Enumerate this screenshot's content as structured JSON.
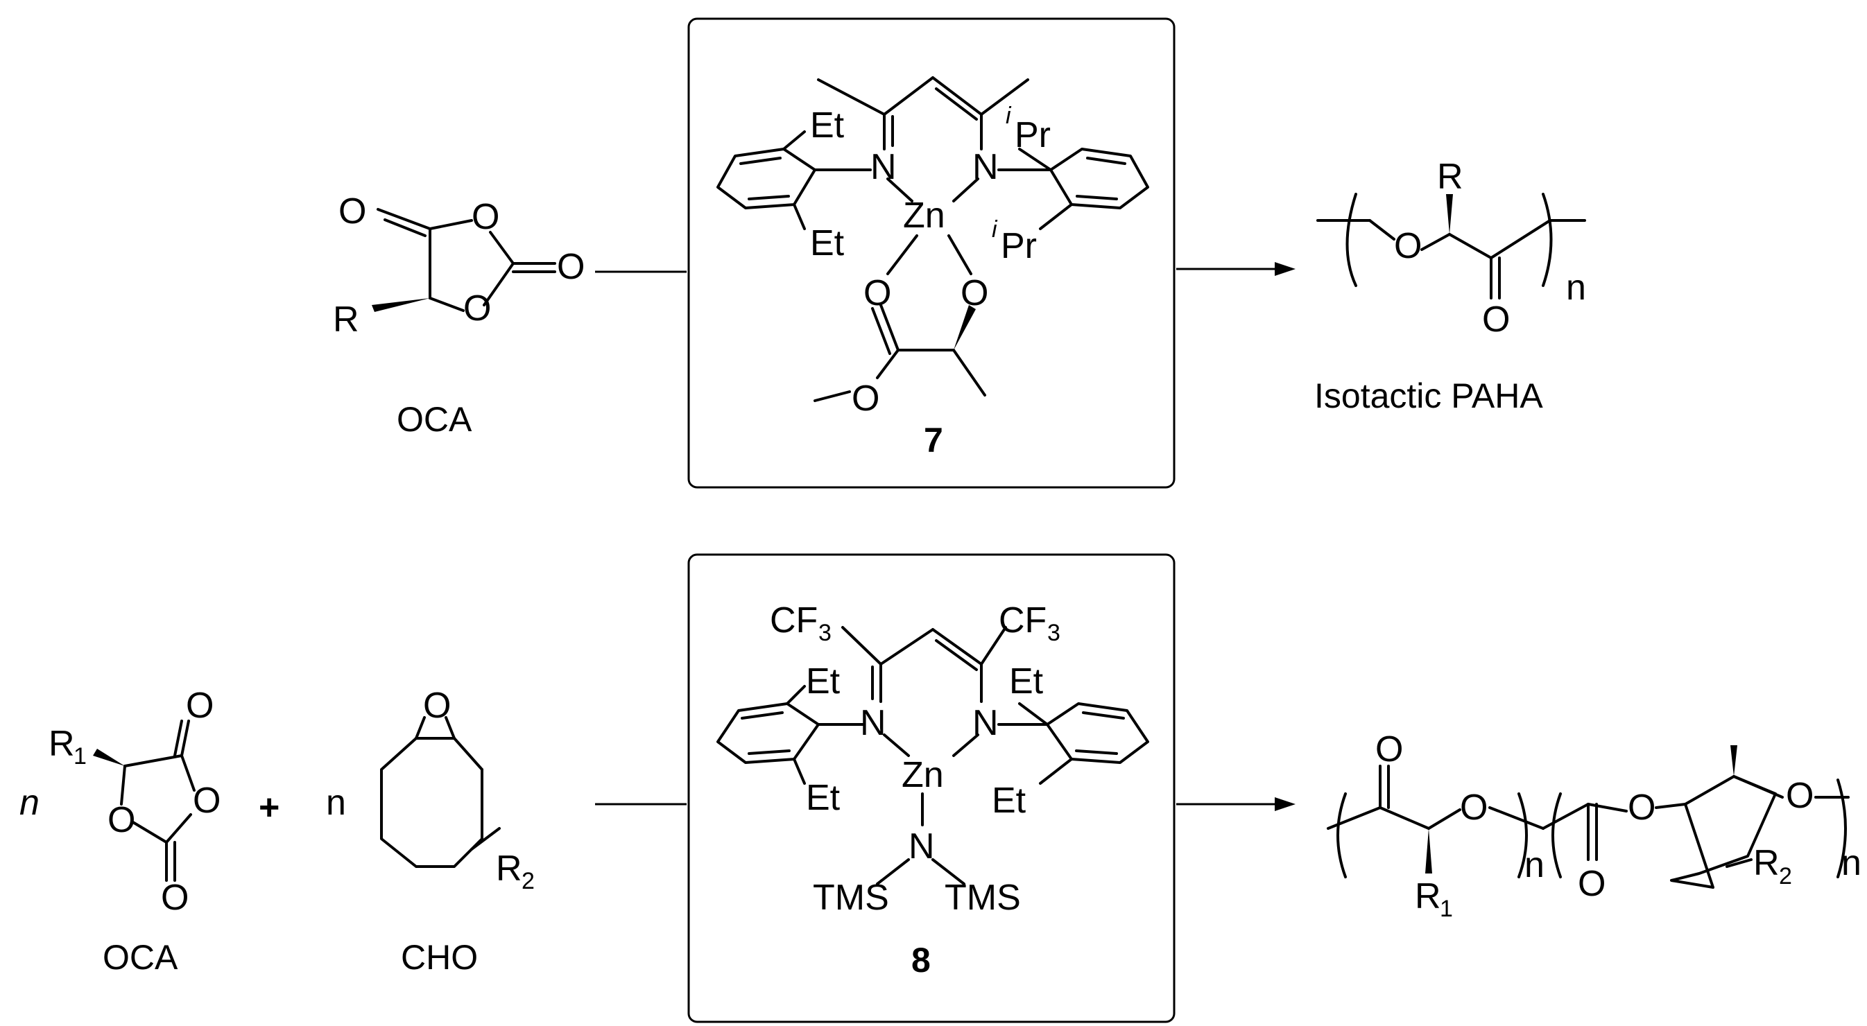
{
  "reaction_1": {
    "monomer": {
      "caption": "OCA",
      "O_carbonyl": "O",
      "O_ring_top": "O",
      "O_exo": "O",
      "O_ring_bottom": "O",
      "substituent": "R"
    },
    "catalyst": {
      "number": "7",
      "N_left": "N",
      "N_right": "N",
      "metal": "Zn",
      "Et_top": "Et",
      "Et_bottom": "Et",
      "iPr_top_sup": "i",
      "iPr_top": "Pr",
      "iPr_bottom_sup": "i",
      "iPr_bottom": "Pr",
      "O_left": "O",
      "O_right": "O",
      "O_ester": "O"
    },
    "product": {
      "caption": "Isotactic PAHA",
      "O_chain": "O",
      "O_carbonyl": "O",
      "substituent": "R",
      "repeat": "n"
    }
  },
  "reaction_2": {
    "coefficient_oca": "n",
    "plus": "+",
    "coefficient_cho": "n",
    "monomer_oca": {
      "caption": "OCA",
      "substituent": "R",
      "substituent_sub": "1",
      "O_top": "O",
      "O_right": "O",
      "O_ring": "O",
      "O_bottom": "O"
    },
    "monomer_cho": {
      "caption": "CHO",
      "O_epoxide": "O",
      "substituent": "R",
      "substituent_sub": "2"
    },
    "catalyst": {
      "number": "8",
      "CF3_left": "CF",
      "CF3_left_sub": "3",
      "CF3_right": "CF",
      "CF3_right_sub": "3",
      "N_left": "N",
      "N_right": "N",
      "metal": "Zn",
      "Et_1": "Et",
      "Et_2": "Et",
      "Et_3": "Et",
      "Et_4": "Et",
      "N_amide": "N",
      "TMS_left": "TMS",
      "TMS_right": "TMS"
    },
    "product": {
      "O_carbonyl_1": "O",
      "O_chain_1": "O",
      "substituent_1": "R",
      "substituent_1_sub": "1",
      "repeat_1": "n",
      "O_carbonyl_2": "O",
      "O_chain_2": "O",
      "O_chain_3": "O",
      "substituent_2": "R",
      "substituent_2_sub": "2",
      "repeat_2": "n"
    }
  }
}
